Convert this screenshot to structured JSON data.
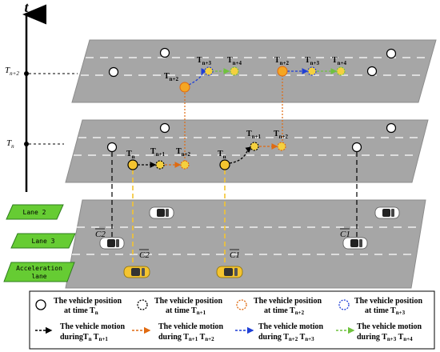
{
  "axis": {
    "label": "t",
    "tick_top": "T",
    "tick_top_sub": "n+2",
    "tick_bottom": "T",
    "tick_bottom_sub": "n"
  },
  "lanes": {
    "lane2": "Lane 2",
    "lane3": "Lane 3",
    "accel_line1": "Acceleration",
    "accel_line2": "lane"
  },
  "top_layer": {
    "group1": {
      "start": "T",
      "start_sub": "n+2",
      "mid": "T",
      "mid_sub": "n+3",
      "end": "T",
      "end_sub": "n+4"
    },
    "group2": {
      "start": "T",
      "start_sub": "n+2",
      "mid": "T",
      "mid_sub": "n+3",
      "end": "T",
      "end_sub": "n+4"
    }
  },
  "middle_layer": {
    "group1": {
      "start": "T",
      "start_sub": "n",
      "mid": "T",
      "mid_sub": "n+1",
      "end": "T",
      "end_sub": "n+2"
    },
    "group2": {
      "start": "T",
      "start_sub": "n",
      "mid": "T",
      "mid_sub": "n+1",
      "end": "T",
      "end_sub": "n+2"
    }
  },
  "bottom_layer": {
    "c2_upper": "C2",
    "c1_upper": "C1",
    "c2_lower": "C2",
    "c1_lower": "C1"
  },
  "legend": {
    "row1": [
      {
        "line1": "The vehicle position",
        "line2": "at time T",
        "line2_sub": "n",
        "style": "white-circle"
      },
      {
        "line1": "The vehicle position",
        "line2": "at time T",
        "line2_sub": "n+1",
        "style": "black-dashed-circle"
      },
      {
        "line1": "The vehicle position",
        "line2": "at time T",
        "line2_sub": "n+2",
        "style": "orange-dashed-circle"
      },
      {
        "line1": "The vehicle position",
        "line2": "at time T",
        "line2_sub": "n+3",
        "style": "blue-dashed-circle"
      }
    ],
    "row2": [
      {
        "line1": "The vehicle motion",
        "line2": "duringT",
        "line2_sub": "n",
        "line2b": " T",
        "line2b_sub": "n+1",
        "color": "#000000"
      },
      {
        "line1": "The vehicle motion",
        "line2": "during T",
        "line2_sub": "n+1",
        "line2b": " T",
        "line2b_sub": "n+2",
        "color": "#e06a10"
      },
      {
        "line1": "The vehicle motion",
        "line2": "during T",
        "line2_sub": "n+2",
        "line2b": " T",
        "line2b_sub": "n+3",
        "color": "#1f3fd6"
      },
      {
        "line1": "The vehicle motion",
        "line2": "during T",
        "line2_sub": "n+3",
        "line2b": " T",
        "line2b_sub": "n+4",
        "color": "#6fc23e"
      }
    ]
  },
  "colors": {
    "road": "#a6a6a6",
    "orange": "#f5a623",
    "yellow": "#f4d03f",
    "lane_green": "#66cc33"
  }
}
